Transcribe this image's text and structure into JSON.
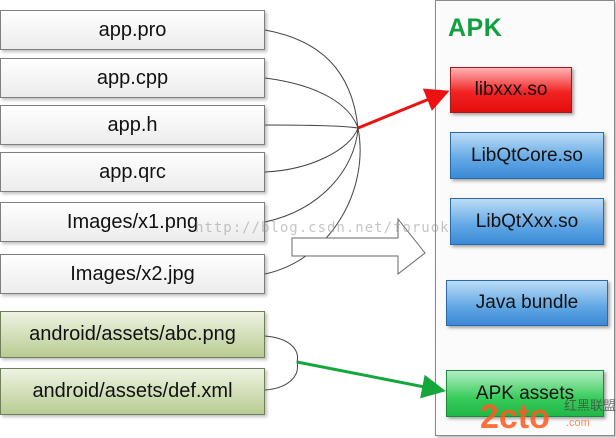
{
  "sources": [
    {
      "label": "app.pro"
    },
    {
      "label": "app.cpp"
    },
    {
      "label": "app.h"
    },
    {
      "label": "app.qrc"
    },
    {
      "label": "Images/x1.png"
    },
    {
      "label": "Images/x2.jpg"
    }
  ],
  "assets": [
    {
      "label": "android/assets/abc.png"
    },
    {
      "label": "android/assets/def.xml"
    }
  ],
  "apk": {
    "title": "APK",
    "items": [
      {
        "label": "libxxx.so",
        "color": "#f22323"
      },
      {
        "label": "LibQtCore.so",
        "color": "#5fa6e4"
      },
      {
        "label": "LibQtXxx.so",
        "color": "#5fa6e4"
      },
      {
        "label": "Java bundle",
        "color": "#5fa6e4"
      },
      {
        "label": "APK assets",
        "color": "#38cc5a"
      }
    ]
  },
  "arrows": {
    "to_lib_color": "#ee1111",
    "to_assets_color": "#14a83c"
  },
  "watermark": "http://blog.csdn.net/foruok",
  "logo_text": "2cto.com",
  "logo_subtext": "红黑联盟"
}
